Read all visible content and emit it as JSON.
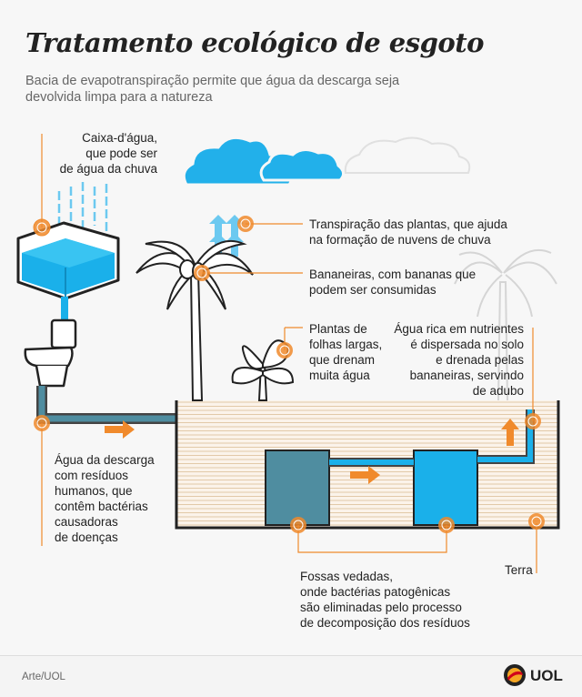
{
  "header": {
    "title": "Tratamento ecológico de esgoto",
    "subtitle": "Bacia de evapotranspiração permite que água da descarga seja devolvida limpa para a natureza"
  },
  "labels": {
    "caixa_dagua": [
      "Caixa-d'água,",
      "que pode ser",
      "de água da chuva"
    ],
    "transpiracao": [
      "Transpiração das plantas, que ajuda",
      "na formação de nuvens de chuva"
    ],
    "bananeiras": [
      "Bananeiras, com bananas que",
      "podem ser consumidas"
    ],
    "plantas": [
      "Plantas de",
      "folhas largas,",
      "que drenam",
      "muita água"
    ],
    "agua_rica": [
      "Água rica em nutrientes",
      "é dispersada no solo",
      "e drenada pelas",
      "bananeiras, servindo",
      "de adubo"
    ],
    "descarga": [
      "Água da descarga",
      "com resíduos",
      "humanos, que",
      "contêm bactérias",
      "causadoras",
      "de doenças"
    ],
    "fossas": [
      "Fossas vedadas,",
      "onde bactérias patogênicas",
      "são eliminadas pelo processo",
      "de decomposição dos resíduos"
    ],
    "terra": "Terra"
  },
  "footer": {
    "credit": "Arte/UOL",
    "logo": "UOL"
  },
  "colors": {
    "accent_orange": "#f08a2c",
    "water_blue": "#1ab0ea",
    "cloud_blue": "#22b0ea",
    "tank_teal": "#4f8da0",
    "soil_line": "#e2c9a8",
    "arrow_blue": "#6cc9f0"
  },
  "icons": [
    "water-tank-icon",
    "toilet-icon",
    "cloud-icon",
    "palm-tree-icon",
    "banana-tree-icon",
    "broadleaf-plant-icon",
    "arrow-right-icon",
    "arrow-up-icon",
    "uol-logo-icon"
  ]
}
